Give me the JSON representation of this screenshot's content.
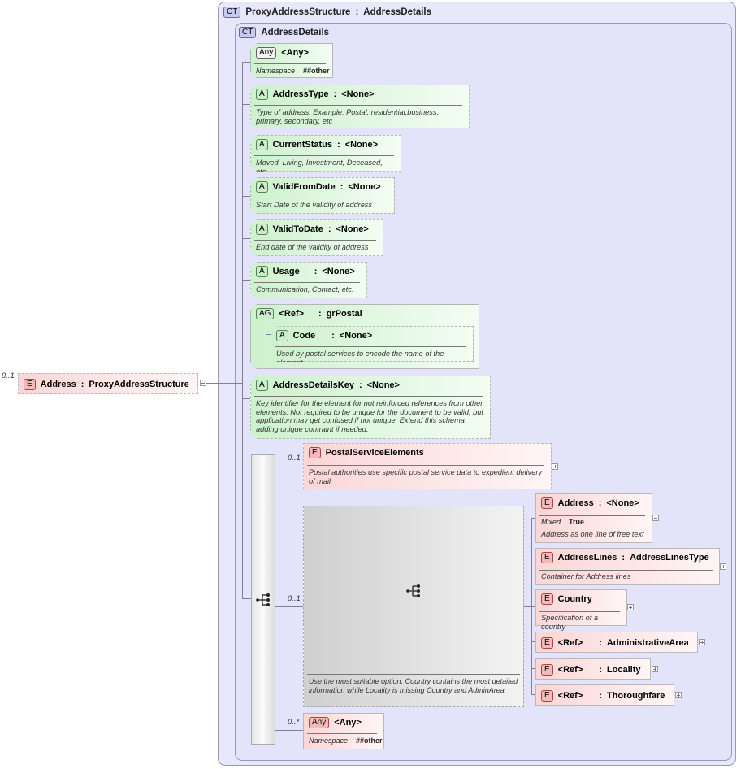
{
  "root": {
    "occurrence": "0..1",
    "tag": "E",
    "name": "Address",
    "type": "ProxyAddressStructure"
  },
  "outer_ct": {
    "tag": "CT",
    "name": "ProxyAddressStructure",
    "base": "AddressDetails"
  },
  "inner_ct": {
    "tag": "CT",
    "name": "AddressDetails"
  },
  "any_attr": {
    "tag": "Any",
    "name": "<Any>",
    "prop_label": "Namespace",
    "prop_value": "##other"
  },
  "attributes": [
    {
      "tag": "A",
      "name": "AddressType",
      "type": "<None>",
      "doc": "Type of address. Example: Postal, residential,business, primary, secondary, etc"
    },
    {
      "tag": "A",
      "name": "CurrentStatus",
      "type": "<None>",
      "doc": "Moved, Living, Investment, Deceased, etc.."
    },
    {
      "tag": "A",
      "name": "ValidFromDate",
      "type": "<None>",
      "doc": "Start Date of the validity of address"
    },
    {
      "tag": "A",
      "name": "ValidToDate",
      "type": "<None>",
      "doc": "End date of the validity of address"
    },
    {
      "tag": "A",
      "name": "Usage",
      "type": "<None>",
      "doc": "Communication, Contact, etc."
    }
  ],
  "attr_group": {
    "tag": "AG",
    "ref": "<Ref>",
    "name": "grPostal",
    "child": {
      "tag": "A",
      "name": "Code",
      "type": "<None>",
      "doc": "Used by postal services to encode the name of the element."
    }
  },
  "key_attr": {
    "tag": "A",
    "name": "AddressDetailsKey",
    "type": "<None>",
    "doc": "Key identifier for the element for not reinforced references from other elements. Not required to be unique for the document to be valid, but application may get confused if not unique. Extend this schema adding unique contraint if needed."
  },
  "sequence": {
    "postal": {
      "occurrence": "0..1",
      "tag": "E",
      "name": "PostalServiceElements",
      "doc": "Postal authorities use specific postal service data to expedient delivery of mail"
    },
    "choice": {
      "occurrence": "0..1",
      "doc": "Use the most suitable option. Country contains the most detailed information while Locality is missing Country and AdminArea",
      "options": [
        {
          "tag": "E",
          "name": "Address",
          "type": "<None>",
          "prop_label": "Mixed",
          "prop_value": "True",
          "doc": "Address as one line of free text"
        },
        {
          "tag": "E",
          "name": "AddressLines",
          "type": "AddressLinesType",
          "doc": "Container for Address lines"
        },
        {
          "tag": "E",
          "name": "Country",
          "type": "",
          "doc": "Specification of a country"
        },
        {
          "tag": "E",
          "name": "<Ref>",
          "type": "AdministrativeArea",
          "doc": ""
        },
        {
          "tag": "E",
          "name": "<Ref>",
          "type": "Locality",
          "doc": ""
        },
        {
          "tag": "E",
          "name": "<Ref>",
          "type": "Thoroughfare",
          "doc": ""
        }
      ]
    },
    "any": {
      "occurrence": "0..*",
      "tag": "Any",
      "name": "<Any>",
      "prop_label": "Namespace",
      "prop_value": "##other"
    }
  },
  "colors": {
    "attribute": "#cdeccd",
    "element": "#f6b9b9",
    "complex_type": "#e3e3fa"
  },
  "icons": {
    "sequence": "sequence-compositor-icon",
    "choice": "choice-compositor-icon",
    "expand": "plus-icon",
    "collapse": "minus-icon"
  }
}
